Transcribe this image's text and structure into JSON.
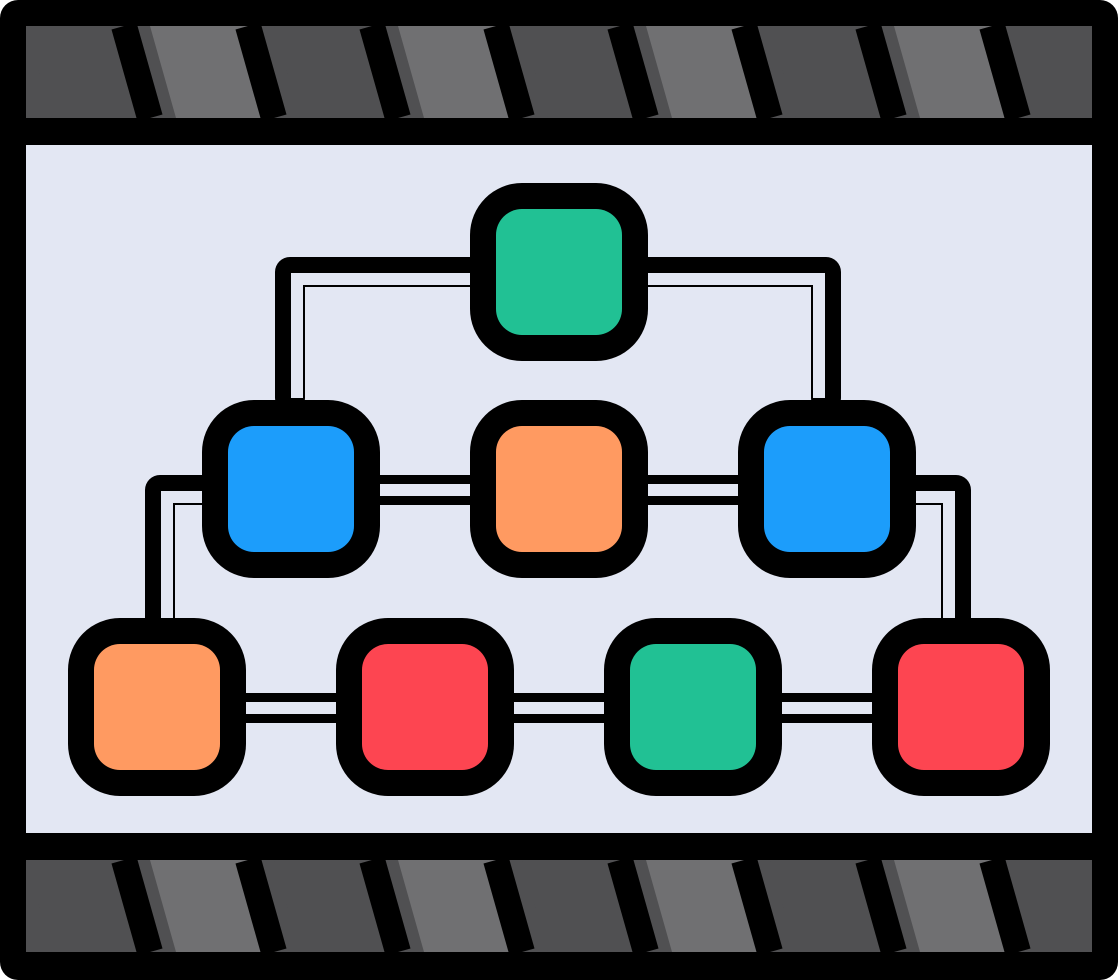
{
  "icon": {
    "name": "film-strip-hierarchy-icon",
    "colors": {
      "outline": "#000000",
      "screen": "#e3e7f3",
      "stripe_dark": "#505052",
      "stripe_light": "#707072",
      "green": "#21c194",
      "blue": "#1c9dfb",
      "orange": "#ff9a61",
      "red": "#fd4551"
    },
    "nodes": [
      {
        "name": "root-node",
        "color": "green"
      },
      {
        "name": "level2-left-node",
        "color": "blue"
      },
      {
        "name": "level2-middle-node",
        "color": "orange"
      },
      {
        "name": "level2-right-node",
        "color": "blue"
      },
      {
        "name": "level3-node-1",
        "color": "orange"
      },
      {
        "name": "level3-node-2",
        "color": "red"
      },
      {
        "name": "level3-node-3",
        "color": "green"
      },
      {
        "name": "level3-node-4",
        "color": "red"
      }
    ]
  }
}
